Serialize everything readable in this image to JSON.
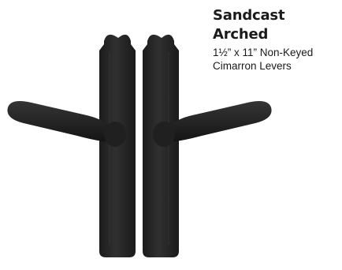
{
  "product": {
    "title_line1": "Sandcast",
    "title_line2": "Arched",
    "spec_line1": "1½” x 11” Non-Keyed",
    "spec_line2": "Cimarron Levers",
    "icon": "door-lever-set-icon",
    "finish_color": "#262626",
    "background_color": "#ffffff"
  }
}
